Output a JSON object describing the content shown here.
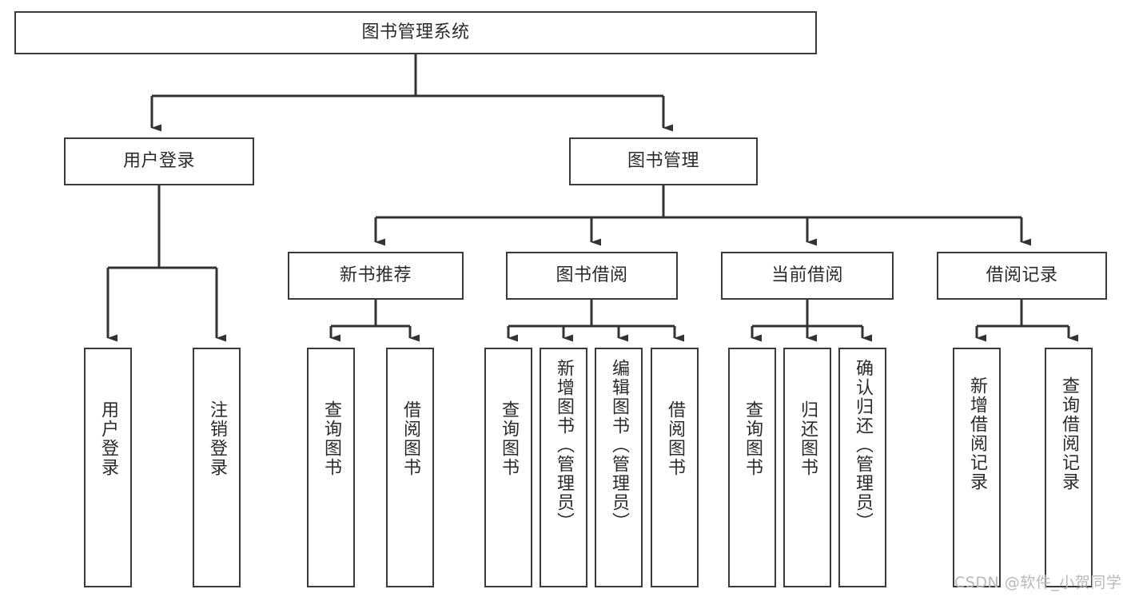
{
  "diagram": {
    "title": "图书管理系统",
    "type": "hierarchy-tree",
    "orientation": "top-down",
    "colors": {
      "box_border": "#3a3a3a",
      "box_fill": "#ffffff",
      "edge": "#333333",
      "text": "#2b2b2b",
      "watermark": "#b9b9b9",
      "background": "#ffffff"
    },
    "nodes": {
      "root": {
        "label": "图书管理系统",
        "level": 0
      },
      "user_login": {
        "label": "用户登录",
        "level": 1
      },
      "book_manage": {
        "label": "图书管理",
        "level": 1
      },
      "new_book_rec": {
        "label": "新书推荐",
        "level": 2
      },
      "book_borrow": {
        "label": "图书借阅",
        "level": 2
      },
      "current_borrow": {
        "label": "当前借阅",
        "level": 2
      },
      "borrow_record": {
        "label": "借阅记录",
        "level": 2
      }
    },
    "leaves": {
      "user_login": [
        {
          "label": "用户登录"
        },
        {
          "label": "注销登录"
        }
      ],
      "new_book_rec": [
        {
          "label": "查询图书"
        },
        {
          "label": "借阅图书"
        }
      ],
      "book_borrow": [
        {
          "label": "查询图书"
        },
        {
          "label": "新增图书（管理员）"
        },
        {
          "label": "编辑图书（管理员）"
        },
        {
          "label": "借阅图书"
        }
      ],
      "current_borrow": [
        {
          "label": "查询图书"
        },
        {
          "label": "归还图书"
        },
        {
          "label": "确认归还（管理员）"
        }
      ],
      "borrow_record": [
        {
          "label": "新增借阅记录"
        },
        {
          "label": "查询借阅记录"
        }
      ]
    },
    "watermark": "CSDN @软件_小贺同学"
  }
}
